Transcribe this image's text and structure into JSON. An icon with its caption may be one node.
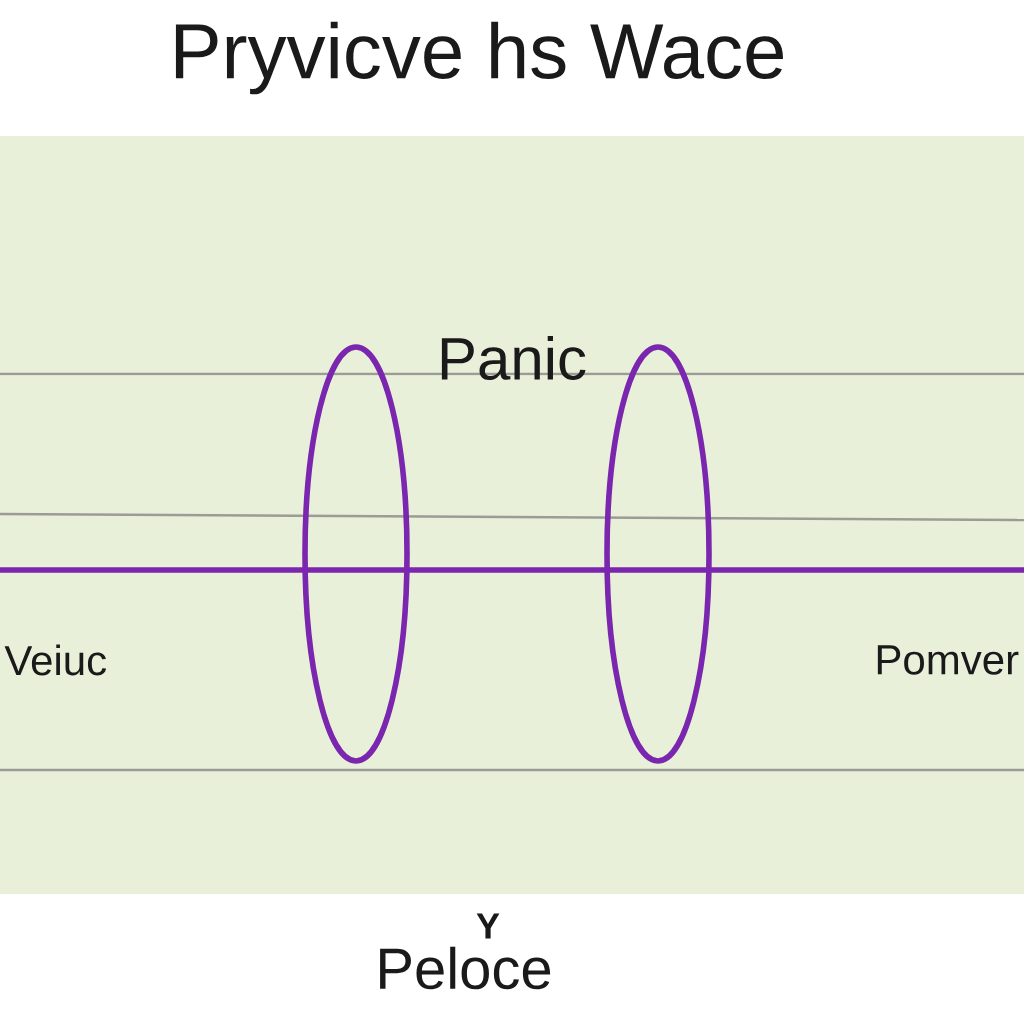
{
  "diagram": {
    "title": "Pryvicve hs Wace",
    "nodes": [
      {
        "text": [],
        "shape": "ellipse"
      },
      {
        "text": [],
        "shape": "ellipse"
      }
    ],
    "labels": [
      "Panic",
      "Veiuc",
      "Pomver",
      "Y",
      "Peloce"
    ]
  }
}
